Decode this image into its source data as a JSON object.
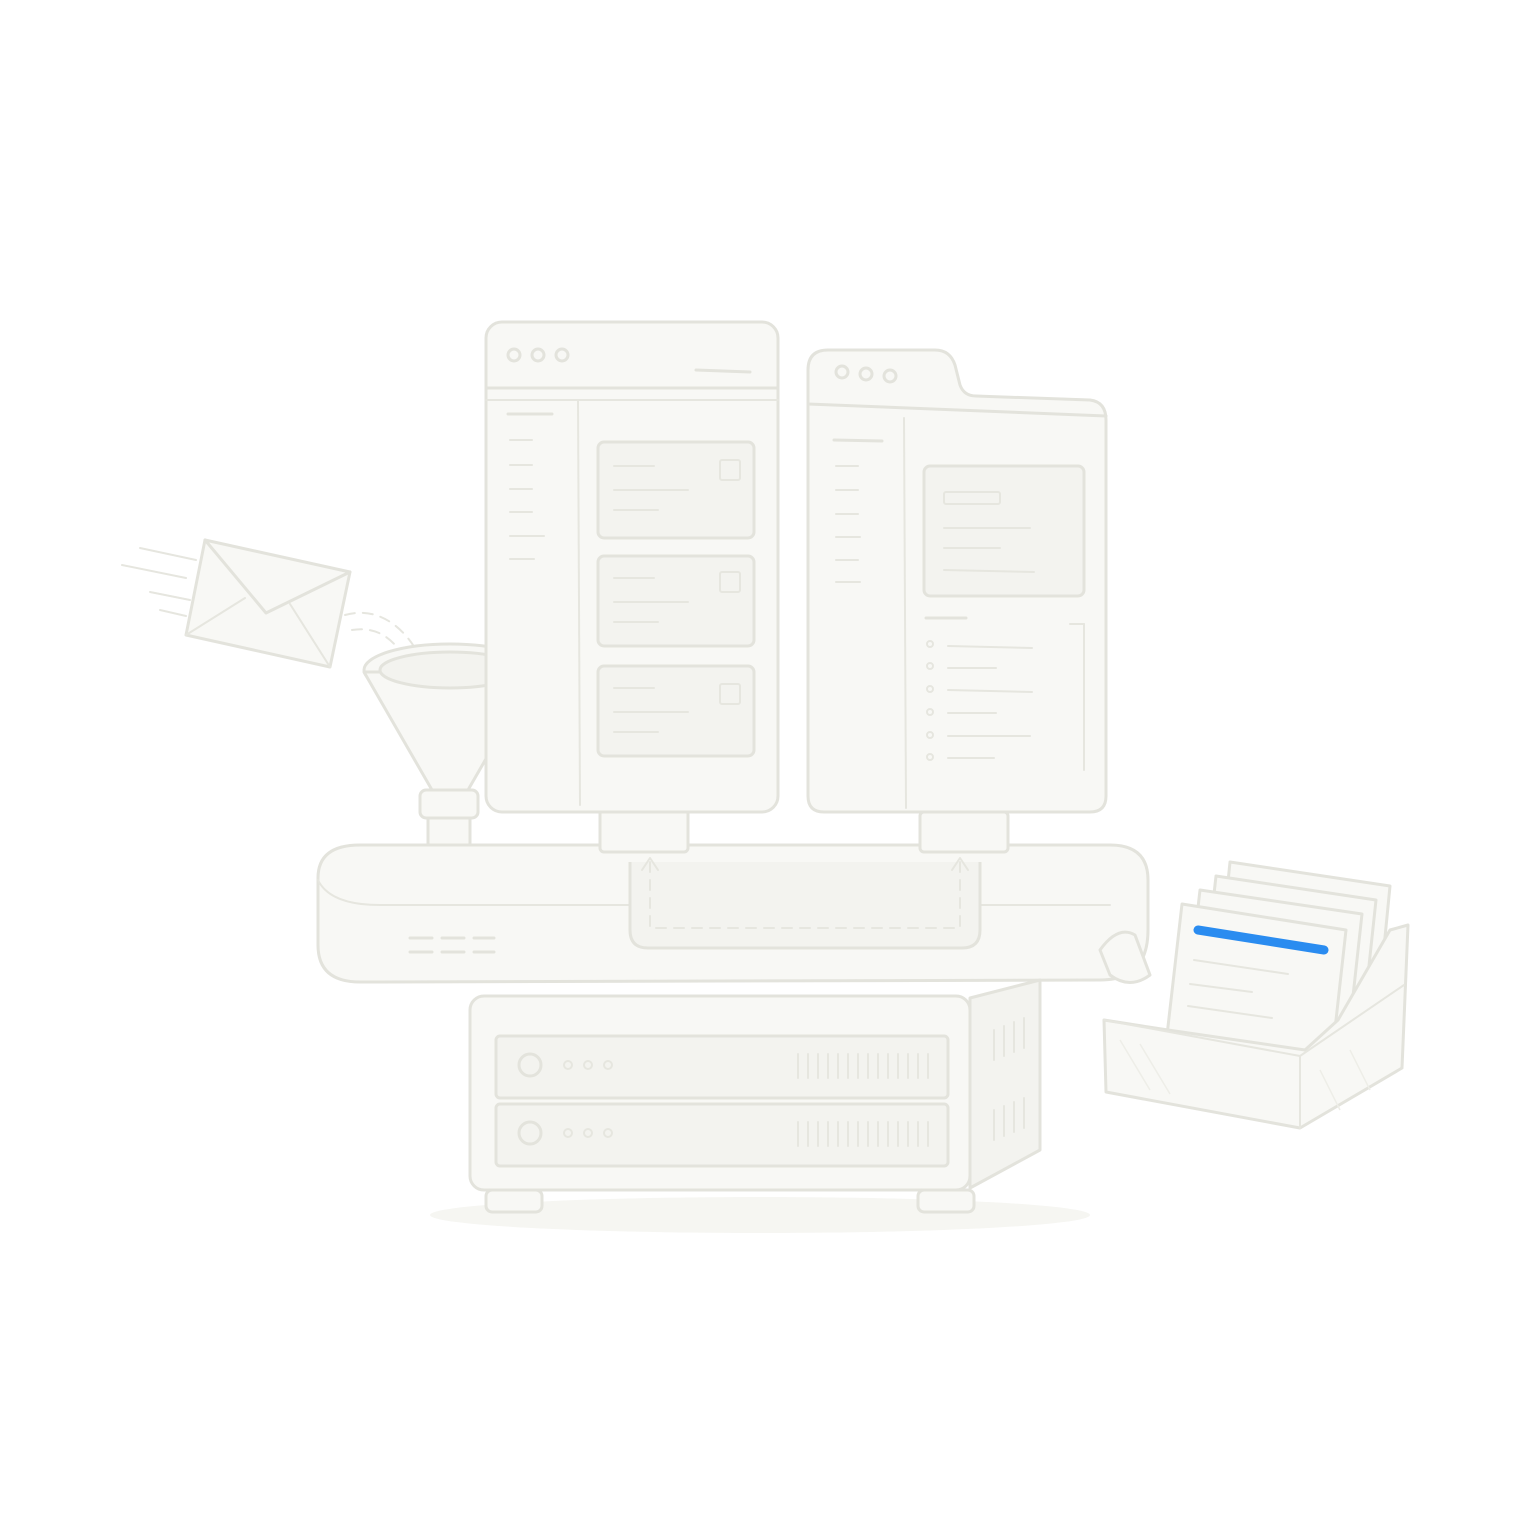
{
  "scene": {
    "elements": [
      "envelope-icon",
      "funnel-icon",
      "app-window",
      "folder-window",
      "base-platform",
      "server-rack",
      "document-tray"
    ],
    "colors": {
      "line": "#e3e3dc",
      "panel": "#f8f8f5",
      "accent": "#2a8cf0",
      "background": "#ffffff"
    }
  }
}
